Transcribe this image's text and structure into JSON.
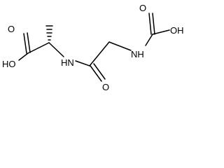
{
  "molecule": {
    "atom_labels": {
      "oh_left": "HO",
      "o_left": "O",
      "nh_left": "HN",
      "o_bottom": "O",
      "nh_right": "NH",
      "o_top": "O",
      "oh_right": "OH"
    }
  },
  "colors": {
    "ink": "#000000",
    "background": "#ffffff"
  }
}
